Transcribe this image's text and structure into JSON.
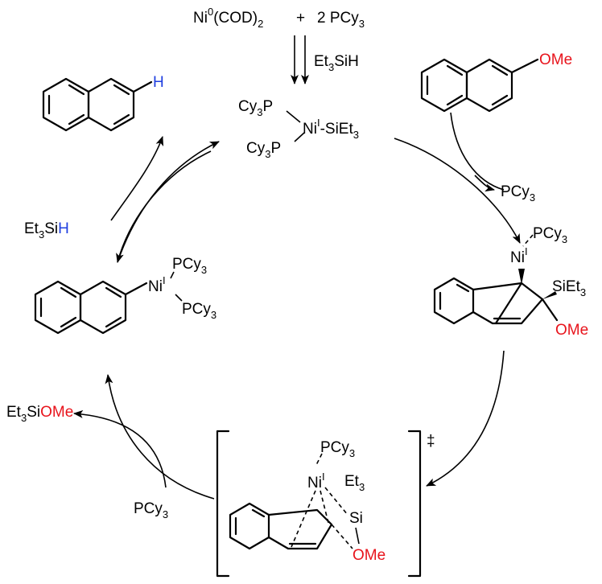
{
  "colors": {
    "black": "#000000",
    "red": "#e8141c",
    "blue": "#1f3fe0"
  },
  "start": {
    "ni_cod": {
      "ni": "Ni",
      "ox": "0",
      "cod": "(COD)",
      "n": "2"
    },
    "plus": "+",
    "pcy3": {
      "coef": "2",
      "p": "PCy",
      "n": "3"
    },
    "silane": {
      "et": "Et",
      "n": "3",
      "sih": "SiH"
    }
  },
  "silyl_complex": {
    "cy_a": {
      "cy": "Cy",
      "n": "3",
      "p": "P"
    },
    "cy_b": {
      "cy": "Cy",
      "n": "3",
      "p": "P"
    },
    "ni": "Ni",
    "ox": "I",
    "si": "-SiEt",
    "si_n": "3"
  },
  "substrate": {
    "ome": "OMe"
  },
  "pcy3_out": {
    "p": "PCy",
    "n": "3"
  },
  "adduct": {
    "pcy3": {
      "p": "PCy",
      "n": "3"
    },
    "ni": "Ni",
    "ox": "I",
    "siet3": {
      "s": "SiEt",
      "n": "3"
    },
    "ome": "OMe"
  },
  "ts": {
    "dagger": "‡",
    "pcy3": {
      "p": "PCy",
      "n": "3"
    },
    "ni": "Ni",
    "ox": "I",
    "et3": {
      "e": "Et",
      "n": "3"
    },
    "si": "Si",
    "ome": "OMe"
  },
  "byproduct": {
    "et": "Et",
    "n": "3",
    "si": "Si",
    "ome": "OMe"
  },
  "pcy3_in": {
    "p": "PCy",
    "n": "3"
  },
  "aryl_complex": {
    "pcy3_top": {
      "p": "PCy",
      "n": "3"
    },
    "ni": "Ni",
    "ox": "I",
    "pcy3_bot": {
      "p": "PCy",
      "n": "3"
    }
  },
  "silane_in": {
    "et": "Et",
    "n": "3",
    "si": "Si",
    "h": "H"
  },
  "product": {
    "h": "H"
  }
}
